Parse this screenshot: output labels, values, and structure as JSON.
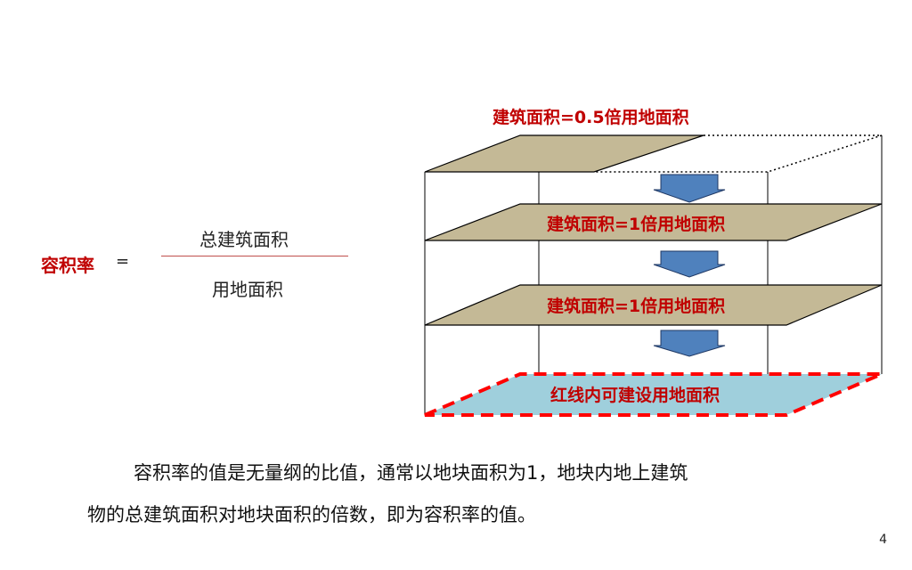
{
  "formula": {
    "label": "容积率",
    "equals": "=",
    "numerator": "总建筑面积",
    "denominator": "用地面积"
  },
  "diagram": {
    "top_label": "建筑面积=0.5倍用地面积",
    "floor2_label": "建筑面积=1倍用地面积",
    "floor1_label": "建筑面积=1倍用地面积",
    "site_label": "红线内可建设用地面积",
    "colors": {
      "floor_fill": "#c4b996",
      "site_fill": "#9fcfdc",
      "red_line": "#ff0000",
      "arrow_fill": "#4f81bd",
      "label_red": "#c00000"
    }
  },
  "paragraph": {
    "line1": "容积率的值是无量纲的比值，通常以地块面积为1，地块内地上建筑",
    "line2": "物的总建筑面积对地块面积的倍数，即为容积率的值。"
  },
  "page_number": "4"
}
